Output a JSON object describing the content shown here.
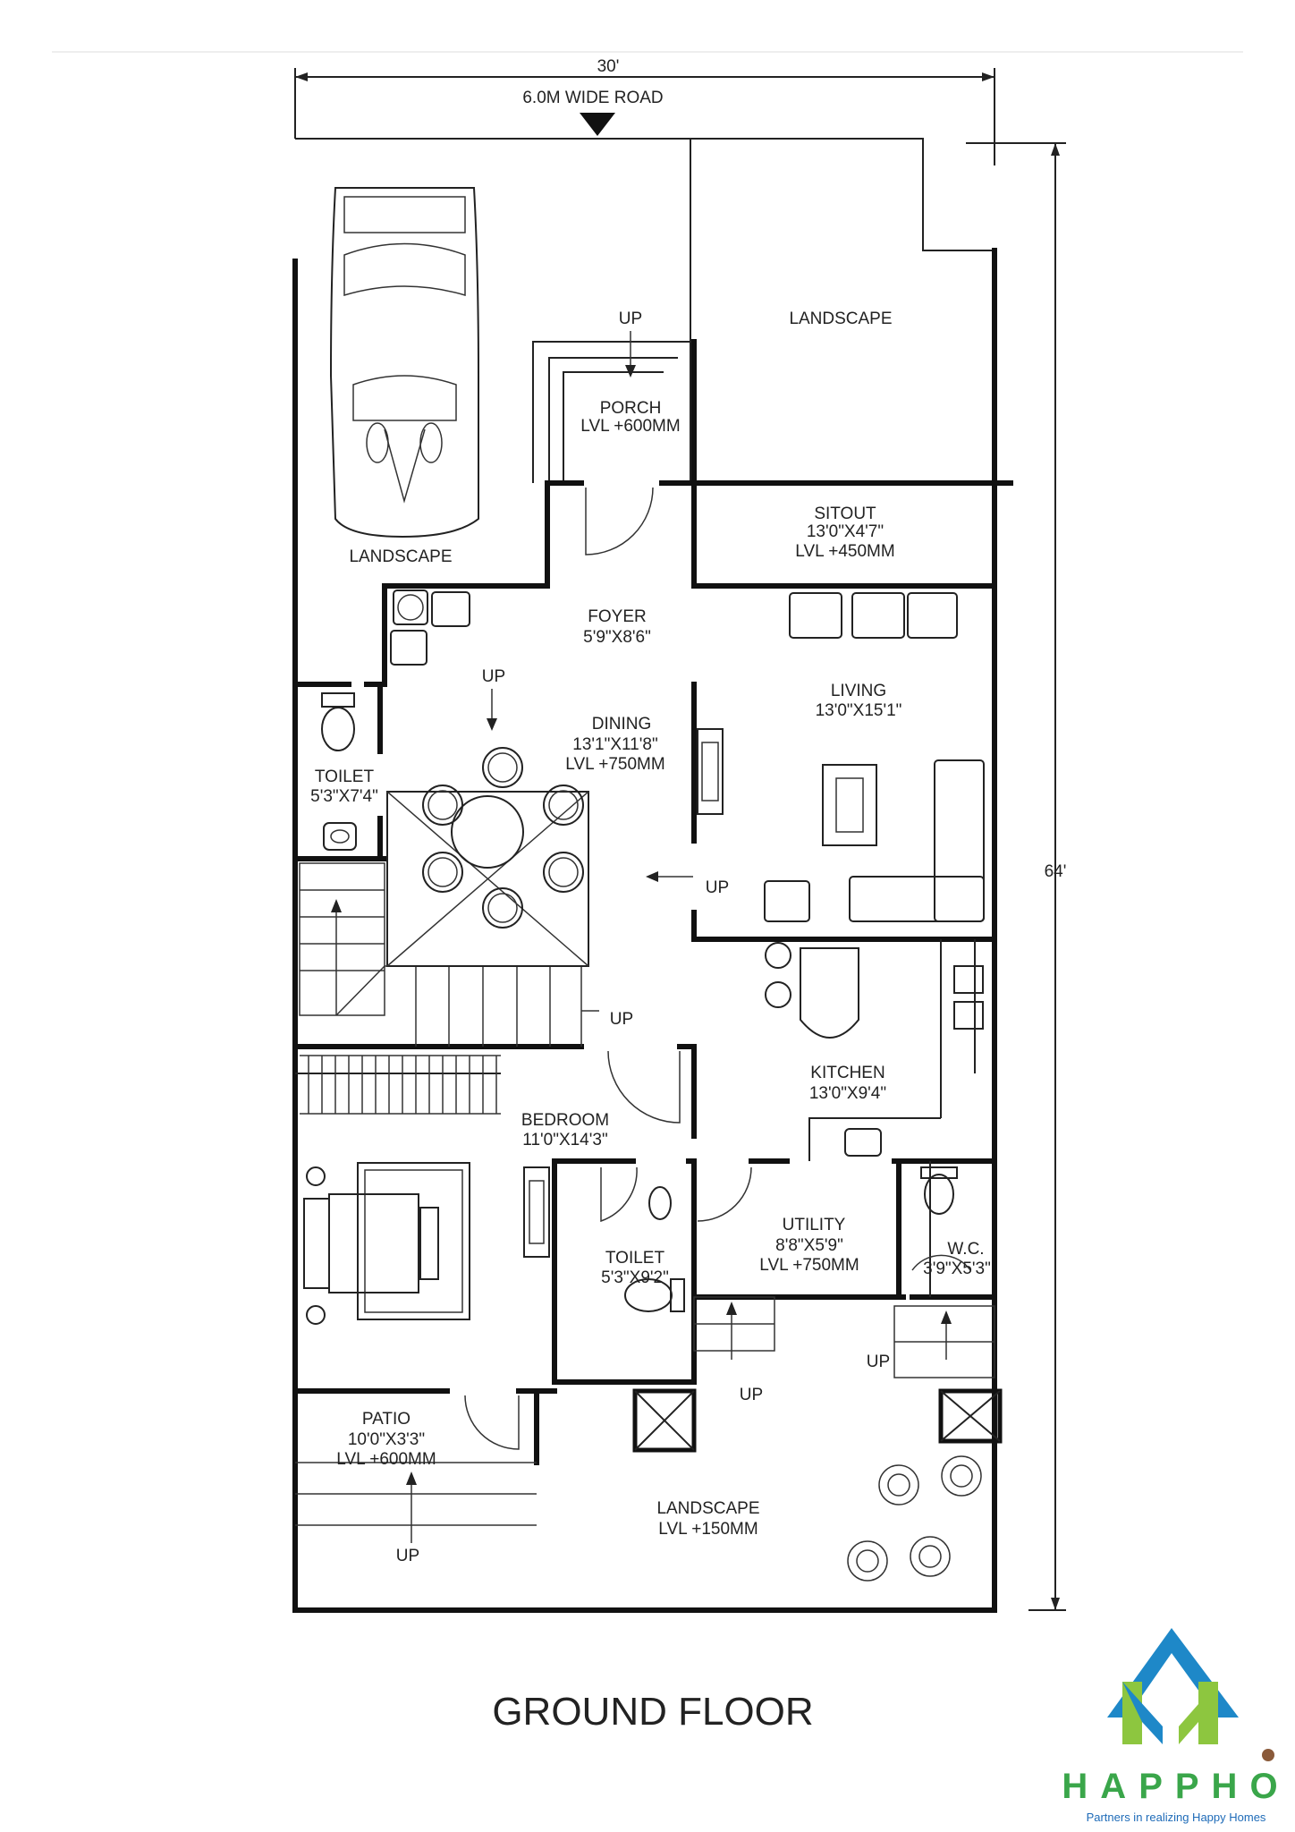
{
  "dimensions": {
    "width": "30'",
    "depth": "64'"
  },
  "road": "6.0M WIDE ROAD",
  "title": "GROUND FLOOR",
  "rooms": {
    "landscape_front": {
      "name": "LANDSCAPE"
    },
    "landscape_parking": {
      "name": "LANDSCAPE"
    },
    "porch": {
      "name": "PORCH",
      "level": "LVL +600MM"
    },
    "sitout": {
      "name": "SITOUT",
      "size": "13'0\"X4'7\"",
      "level": "LVL +450MM"
    },
    "foyer": {
      "name": "FOYER",
      "size": "5'9\"X8'6\""
    },
    "living": {
      "name": "LIVING",
      "size": "13'0\"X15'1\""
    },
    "dining": {
      "name": "DINING",
      "size": "13'1\"X11'8\"",
      "level": "LVL +750MM"
    },
    "toilet1": {
      "name": "TOILET",
      "size": "5'3\"X7'4\""
    },
    "kitchen": {
      "name": "KITCHEN",
      "size": "13'0\"X9'4\""
    },
    "bedroom": {
      "name": "BEDROOM",
      "size": "11'0\"X14'3\""
    },
    "toilet2": {
      "name": "TOILET",
      "size": "5'3\"X9'2\""
    },
    "utility": {
      "name": "UTILITY",
      "size": "8'8\"X5'9\"",
      "level": "LVL +750MM"
    },
    "wc": {
      "name": "W.C.",
      "size": "3'9\"X5'3\""
    },
    "patio": {
      "name": "PATIO",
      "size": "10'0\"X3'3\"",
      "level": "LVL +600MM"
    },
    "landscape_rear": {
      "name": "LANDSCAPE",
      "level": "LVL +150MM"
    }
  },
  "up_labels": {
    "porch": "UP",
    "dining": "UP",
    "living": "UP",
    "stair": "UP",
    "utility": "UP",
    "wc": "UP",
    "patio": "UP"
  },
  "brand": {
    "name": "HAPPHO",
    "tagline": "Partners in realizing Happy Homes"
  }
}
